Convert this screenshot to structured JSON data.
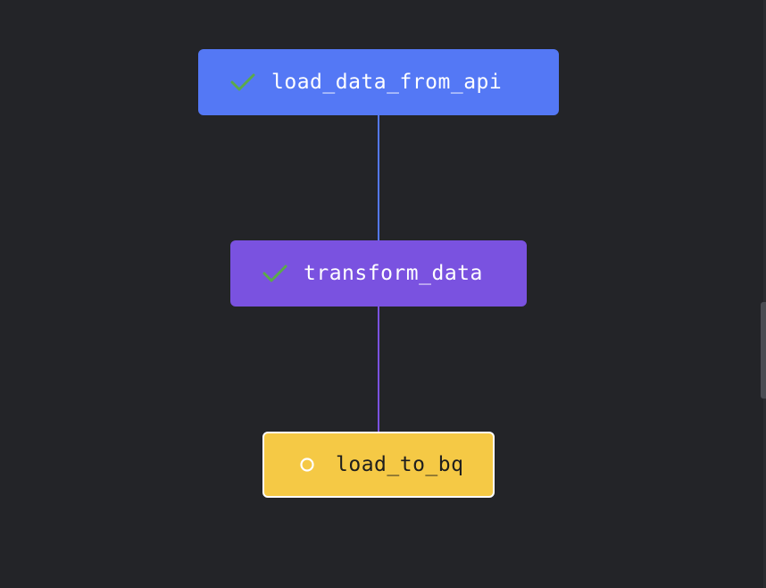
{
  "colors": {
    "background": "#232428",
    "node_blue": "#5478F5",
    "node_purple": "#7A52E0",
    "node_yellow": "#F5C945",
    "check_green": "#5BAA4A",
    "text_light": "#FFFFFF",
    "text_dark": "#1E1E1E"
  },
  "nodes": [
    {
      "id": "load_data_from_api",
      "label": "load_data_from_api",
      "status": "success",
      "status_icon": "check-icon"
    },
    {
      "id": "transform_data",
      "label": "transform_data",
      "status": "success",
      "status_icon": "check-icon"
    },
    {
      "id": "load_to_bq",
      "label": "load_to_bq",
      "status": "pending",
      "status_icon": "circle-icon"
    }
  ],
  "edges": [
    {
      "from": "load_data_from_api",
      "to": "transform_data"
    },
    {
      "from": "transform_data",
      "to": "load_to_bq"
    }
  ]
}
